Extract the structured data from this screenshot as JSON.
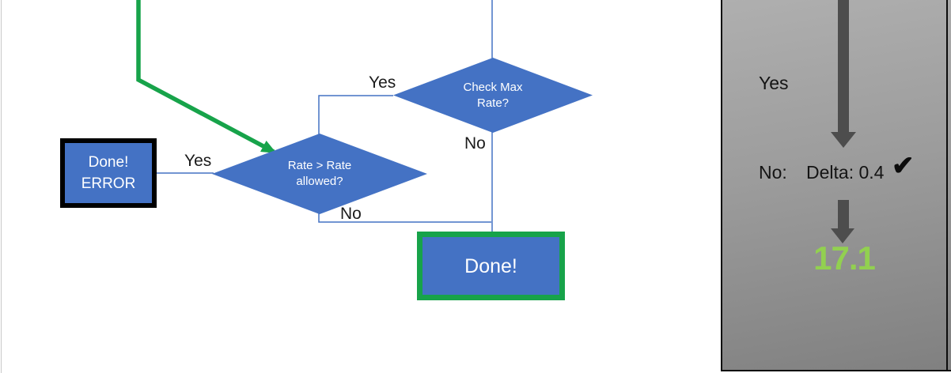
{
  "flowchart": {
    "nodes": {
      "check_max": {
        "label": "Check Max\nRate?"
      },
      "rate_allowed": {
        "label": "Rate > Rate\nallowed?"
      },
      "done_error": {
        "label": "Done!\nERROR"
      },
      "done": {
        "label": "Done!"
      }
    },
    "edge_labels": {
      "check_max_yes": "Yes",
      "check_max_no": "No",
      "rate_allowed_yes": "Yes",
      "rate_allowed_no": "No"
    },
    "colors": {
      "node_fill": "#4472C4",
      "connector_blue": "#4472C4",
      "highlight_green": "#17A34A",
      "error_border_black": "#000000"
    }
  },
  "side_panel": {
    "yes_label": "Yes",
    "no_label": "No:",
    "delta_text": "Delta: 0.4",
    "check_icon": "✔",
    "result_value": "17.1",
    "colors": {
      "background_gray_top": "#AFAFAF",
      "background_gray_bottom": "#808080",
      "arrow_gray": "#4D4D4D",
      "result_green": "#92D050",
      "text_black": "#141414"
    }
  }
}
